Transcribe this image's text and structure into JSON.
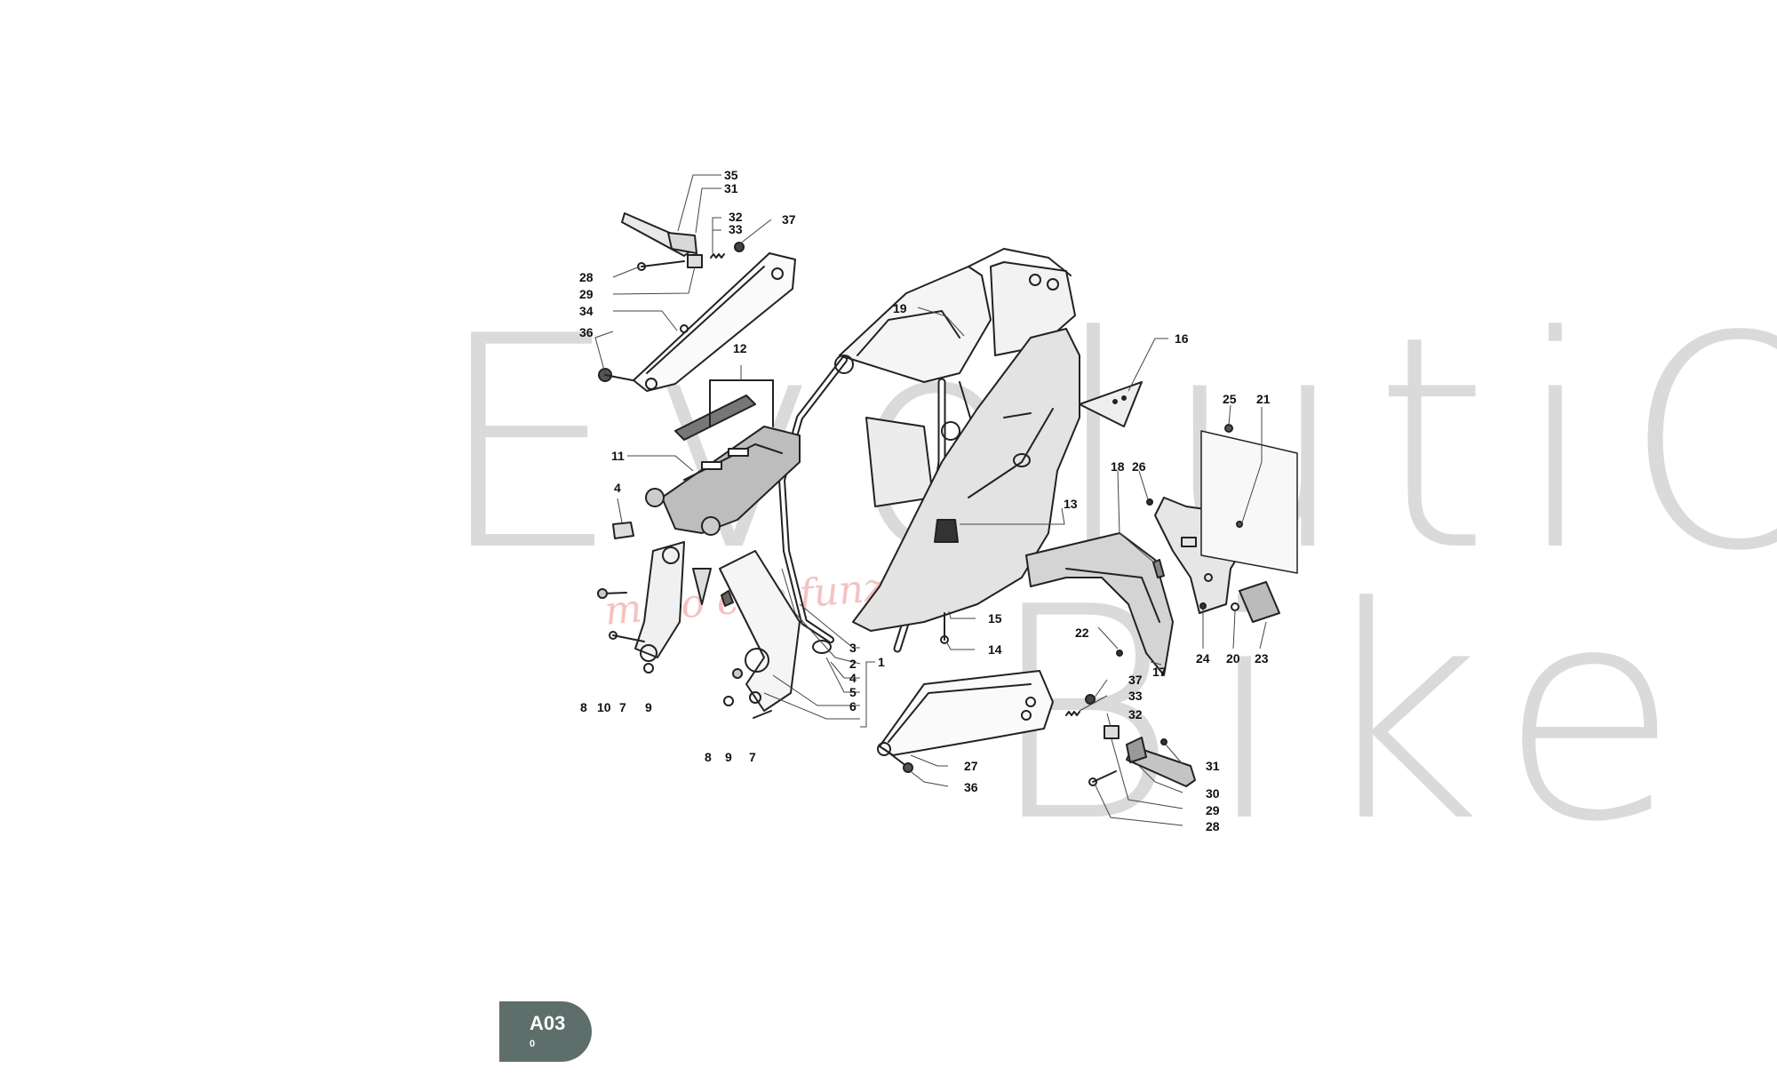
{
  "watermark": {
    "line1": "EvolutiON",
    "line2": "Bike",
    "tagline": "moto che funziona"
  },
  "page_badge": {
    "code": "A03",
    "sub": "0"
  },
  "callouts": [
    {
      "id": "c35a",
      "text": "35"
    },
    {
      "id": "c31a",
      "text": "31"
    },
    {
      "id": "c32a",
      "text": "32"
    },
    {
      "id": "c33a",
      "text": "33"
    },
    {
      "id": "c37a",
      "text": "37"
    },
    {
      "id": "c28a",
      "text": "28"
    },
    {
      "id": "c29a",
      "text": "29"
    },
    {
      "id": "c34",
      "text": "34"
    },
    {
      "id": "c36a",
      "text": "36"
    },
    {
      "id": "c12",
      "text": "12"
    },
    {
      "id": "c19",
      "text": "19"
    },
    {
      "id": "c16",
      "text": "16"
    },
    {
      "id": "c25",
      "text": "25"
    },
    {
      "id": "c21",
      "text": "21"
    },
    {
      "id": "c11",
      "text": "11"
    },
    {
      "id": "c18",
      "text": "18"
    },
    {
      "id": "c26",
      "text": "26"
    },
    {
      "id": "c4",
      "text": "4"
    },
    {
      "id": "c13",
      "text": "13"
    },
    {
      "id": "c15",
      "text": "15"
    },
    {
      "id": "c14",
      "text": "14"
    },
    {
      "id": "c3",
      "text": "3"
    },
    {
      "id": "c2",
      "text": "2"
    },
    {
      "id": "c4b",
      "text": "4"
    },
    {
      "id": "c1",
      "text": "1"
    },
    {
      "id": "c5",
      "text": "5"
    },
    {
      "id": "c6",
      "text": "6"
    },
    {
      "id": "c8a",
      "text": "8"
    },
    {
      "id": "c10",
      "text": "10"
    },
    {
      "id": "c7a",
      "text": "7"
    },
    {
      "id": "c9a",
      "text": "9"
    },
    {
      "id": "c8b",
      "text": "8"
    },
    {
      "id": "c9b",
      "text": "9"
    },
    {
      "id": "c7b",
      "text": "7"
    },
    {
      "id": "c22",
      "text": "22"
    },
    {
      "id": "c17",
      "text": "17"
    },
    {
      "id": "c24",
      "text": "24"
    },
    {
      "id": "c20",
      "text": "20"
    },
    {
      "id": "c23",
      "text": "23"
    },
    {
      "id": "c37b",
      "text": "37"
    },
    {
      "id": "c33b",
      "text": "33"
    },
    {
      "id": "c32b",
      "text": "32"
    },
    {
      "id": "c27",
      "text": "27"
    },
    {
      "id": "c31b",
      "text": "31"
    },
    {
      "id": "c36b",
      "text": "36"
    },
    {
      "id": "c30",
      "text": "30"
    },
    {
      "id": "c29b",
      "text": "29"
    },
    {
      "id": "c28b",
      "text": "28"
    }
  ]
}
